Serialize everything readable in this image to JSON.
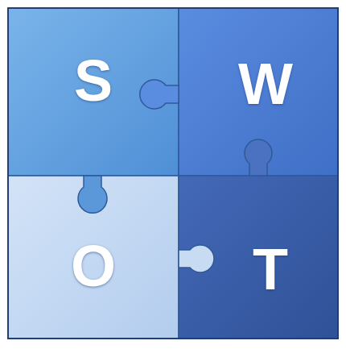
{
  "diagram": {
    "nodes": [
      {
        "text": [
          "S"
        ]
      },
      {
        "text": [
          "W"
        ]
      },
      {
        "text": [
          "O"
        ]
      },
      {
        "text": [
          "T"
        ]
      }
    ]
  }
}
